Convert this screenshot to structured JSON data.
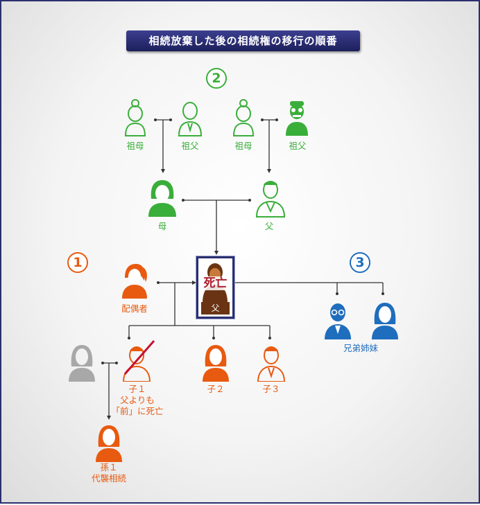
{
  "title": "相続放棄した後の相続権の移行の順番",
  "colors": {
    "frame": "#2a2f6e",
    "second_order": "#3aae3a",
    "first_order": "#e85a10",
    "third_order": "#1f6dbd",
    "renounced": "#a8a8a8",
    "deceased_mark": "#b01e2e",
    "father_tag": "#6a3414",
    "lines": "#333333"
  },
  "order_markers": {
    "first": "1",
    "second": "2",
    "third": "3"
  },
  "grandparents": {
    "maternal_grandmother": "祖母",
    "maternal_grandfather": "祖父",
    "paternal_grandmother": "祖母",
    "paternal_grandfather": "祖父"
  },
  "parents": {
    "mother": "母",
    "father": "父"
  },
  "deceased": {
    "status": "死亡",
    "relation": "父"
  },
  "spouse": "配偶者",
  "siblings": "兄弟姉妹",
  "children": {
    "child1_label": "子１",
    "child1_note_line1": "父よりも",
    "child1_note_line2": "「前」に死亡",
    "child2_label": "子２",
    "child3_label": "子３"
  },
  "grandchild": {
    "label": "孫１",
    "note": "代襲相続"
  }
}
